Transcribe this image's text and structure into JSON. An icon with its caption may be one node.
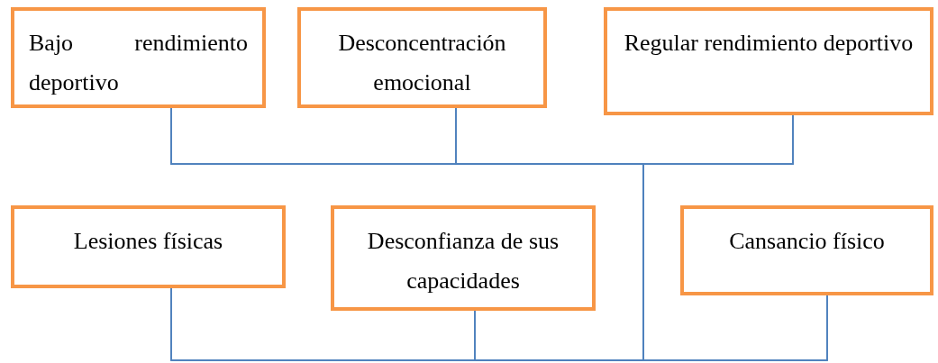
{
  "diagram": {
    "nodes": [
      {
        "text": [
          "Bajo rendimiento deportivo"
        ]
      },
      {
        "text": [
          "Desconcentración emocional"
        ]
      },
      {
        "text": [
          "Regular rendimiento deportivo"
        ]
      },
      {
        "text": [
          "Lesiones físicas"
        ]
      },
      {
        "text": [
          "Desconfianza de sus capacidades"
        ]
      },
      {
        "text": [
          "Cansancio físico"
        ]
      }
    ],
    "edges": [
      {
        "from": 0,
        "to": 3,
        "arrow": "none"
      },
      {
        "from": 0,
        "to": 4,
        "arrow": "none"
      },
      {
        "from": 0,
        "to": 5,
        "arrow": "none"
      },
      {
        "from": 1,
        "to": 3,
        "arrow": "none"
      },
      {
        "from": 1,
        "to": 4,
        "arrow": "none"
      },
      {
        "from": 1,
        "to": 5,
        "arrow": "none"
      },
      {
        "from": 2,
        "to": 3,
        "arrow": "none"
      },
      {
        "from": 2,
        "to": 4,
        "arrow": "none"
      },
      {
        "from": 2,
        "to": 5,
        "arrow": "none"
      }
    ]
  }
}
